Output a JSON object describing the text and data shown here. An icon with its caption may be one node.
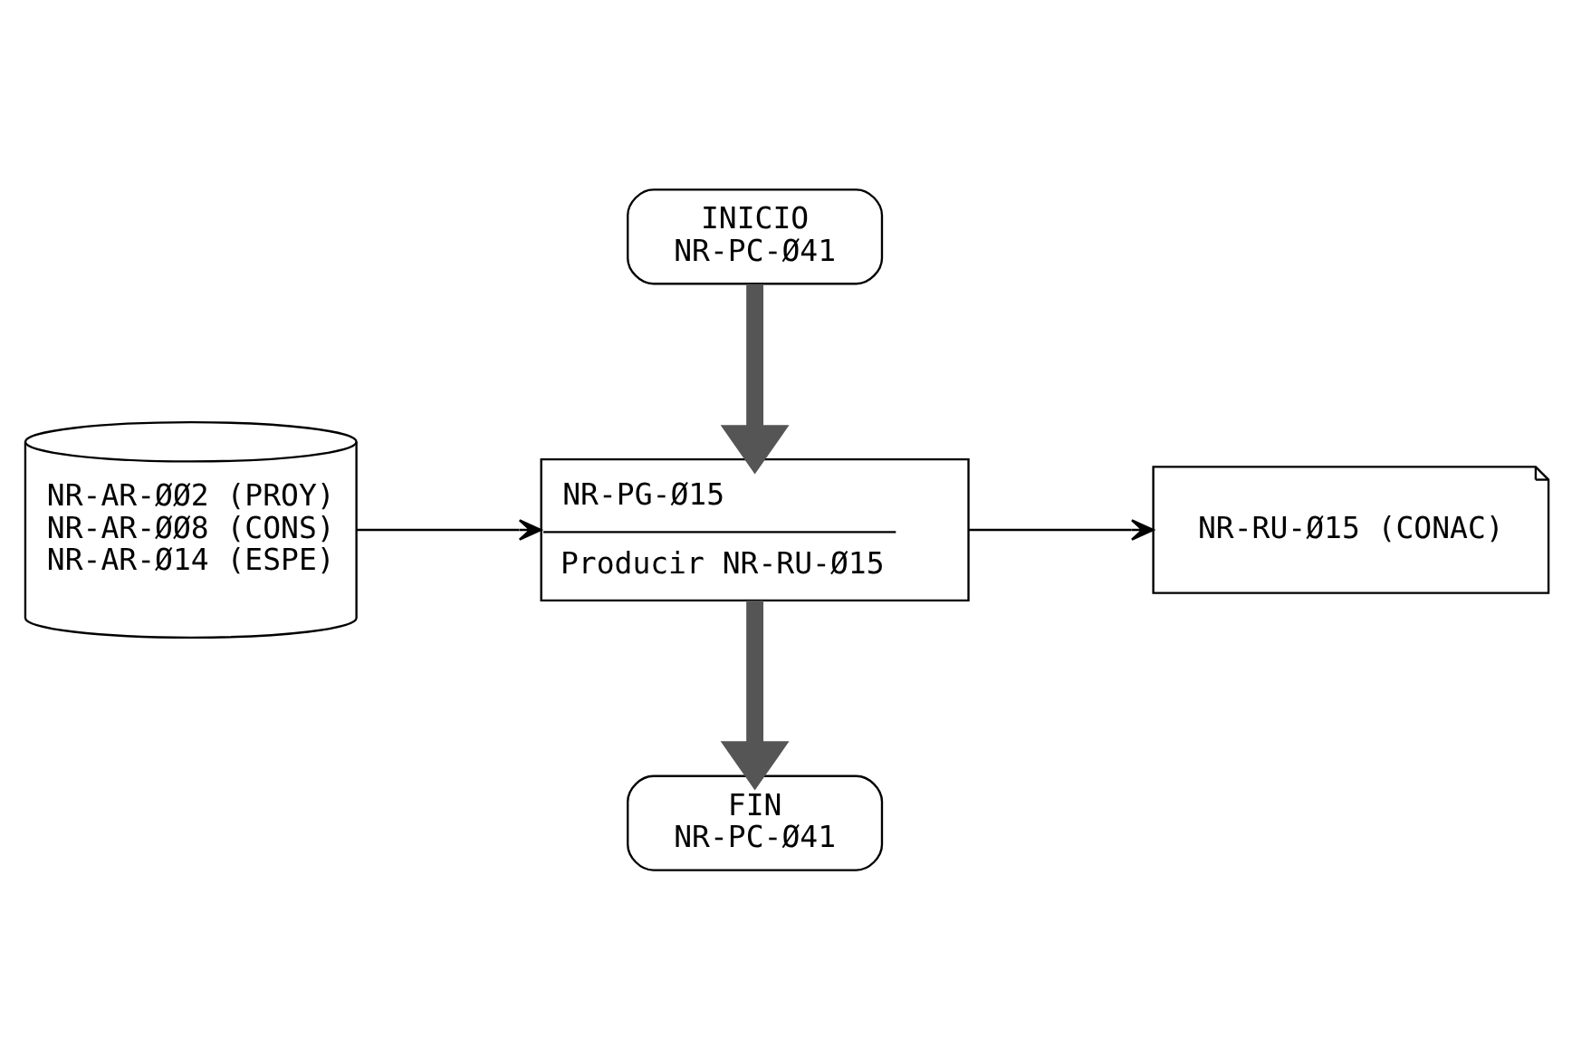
{
  "diagram": {
    "nodes": [
      {
        "text": [
          "INICIO",
          "NR-PC-Ø41"
        ]
      },
      {
        "text": [
          "NR-AR-ØØ2 (PROY)",
          "NR-AR-ØØ8 (CONS)",
          "NR-AR-Ø14 (ESPE)"
        ]
      },
      {
        "text": [
          "NR-PG-Ø15",
          "Producir NR-RU-Ø15"
        ]
      },
      {
        "text": [
          "NR-RU-Ø15 (CONAC)"
        ]
      },
      {
        "text": [
          "FIN",
          "NR-PC-Ø41"
        ]
      }
    ],
    "edges": [
      {
        "from": 0,
        "to": 2,
        "arrow": "to",
        "style": "thick",
        "color": "#555555"
      },
      {
        "from": 1,
        "to": 2,
        "arrow": "to"
      },
      {
        "from": 2,
        "to": 3,
        "arrow": "to"
      },
      {
        "from": 2,
        "to": 4,
        "arrow": "to",
        "style": "thick",
        "color": "#555555"
      }
    ]
  }
}
